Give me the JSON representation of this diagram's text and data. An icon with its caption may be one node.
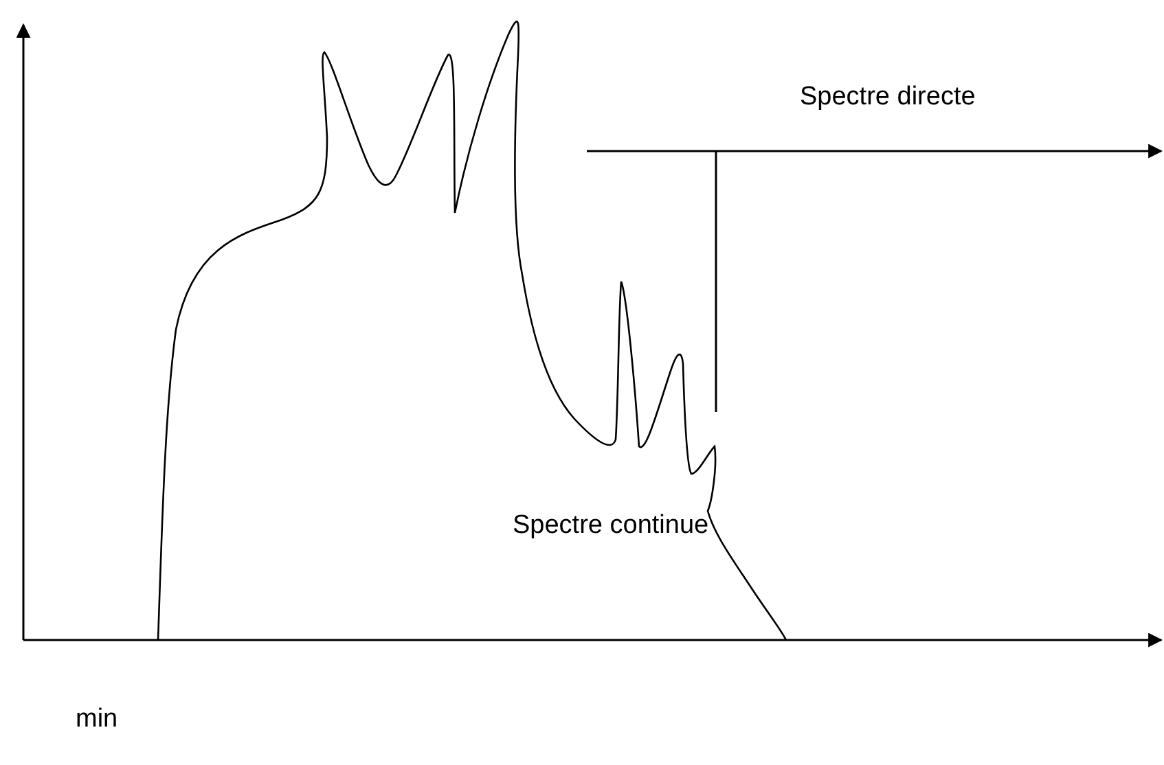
{
  "diagram": {
    "labels": [
      "Spectre directe",
      "Spectre continue",
      "min"
    ]
  }
}
